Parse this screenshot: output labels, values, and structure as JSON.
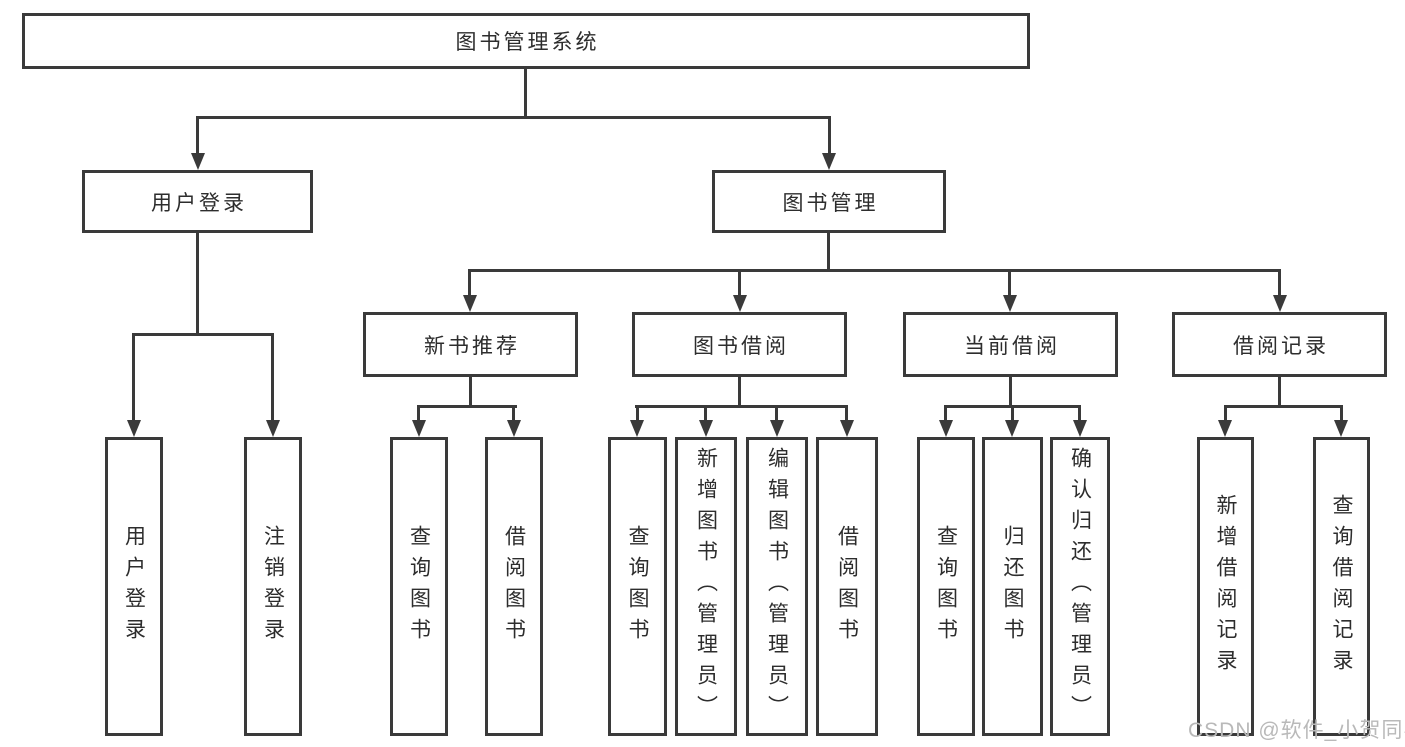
{
  "root": "图书管理系统",
  "level2": [
    "用户登录",
    "图书管理"
  ],
  "level3": [
    "新书推荐",
    "图书借阅",
    "当前借阅",
    "借阅记录"
  ],
  "leaves_user_login": [
    "用户登录",
    "注销登录"
  ],
  "leaves_new_book": [
    "查询图书",
    "借阅图书"
  ],
  "leaves_book_borrow": [
    "查询图书",
    "新增图书（管理员）",
    "编辑图书（管理员）",
    "借阅图书"
  ],
  "leaves_current_borrow": [
    "查询图书",
    "归还图书",
    "确认归还（管理员）"
  ],
  "leaves_borrow_record": [
    "新增借阅记录",
    "查询借阅记录"
  ],
  "watermark": "CSDN @软件_小贺同学",
  "colors": {
    "line": "#3a3a3a",
    "text": "#2d2d2d",
    "watermark": "#b9b9b9",
    "background": "#ffffff"
  }
}
